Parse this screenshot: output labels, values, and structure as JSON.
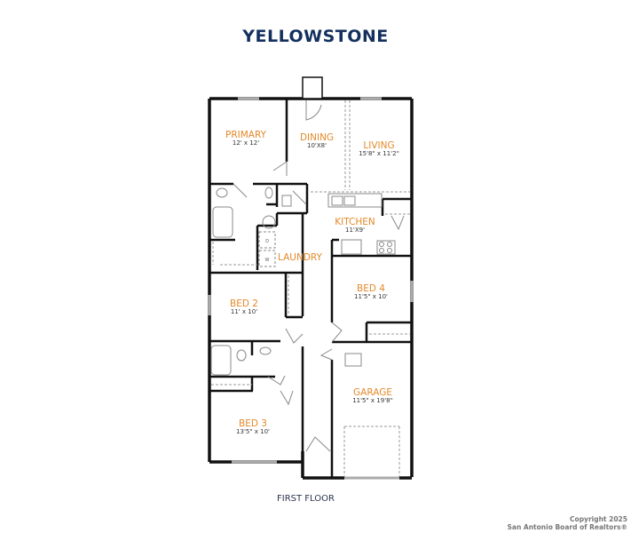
{
  "title": "YELLOWSTONE",
  "floor_label": "FIRST FLOOR",
  "copyright": {
    "line1": "Copyright 2025",
    "line2": "San Antonio Board of Realtors®"
  },
  "colors": {
    "title": "#14305e",
    "room_name": "#e4892a",
    "wall": "#111111",
    "dimension_text": "#333333"
  },
  "rooms": {
    "primary": {
      "name": "PRIMARY",
      "dim": "12' x 12'"
    },
    "dining": {
      "name": "DINING",
      "dim": "10'X8'"
    },
    "living": {
      "name": "LIVING",
      "dim": "15'8\" x 11'2\""
    },
    "kitchen": {
      "name": "KITCHEN",
      "dim": "11'X9'"
    },
    "laundry": {
      "name": "LAUNDRY",
      "dim": ""
    },
    "bed2": {
      "name": "BED 2",
      "dim": "11' x 10'"
    },
    "bed4": {
      "name": "BED 4",
      "dim": "11'5\" x 10'"
    },
    "garage": {
      "name": "GARAGE",
      "dim": "11'5\" x 19'8\""
    },
    "bed3": {
      "name": "BED 3",
      "dim": "13'5\" x 10'"
    }
  },
  "appliance_labels": {
    "dryer": "D",
    "washer": "W"
  }
}
